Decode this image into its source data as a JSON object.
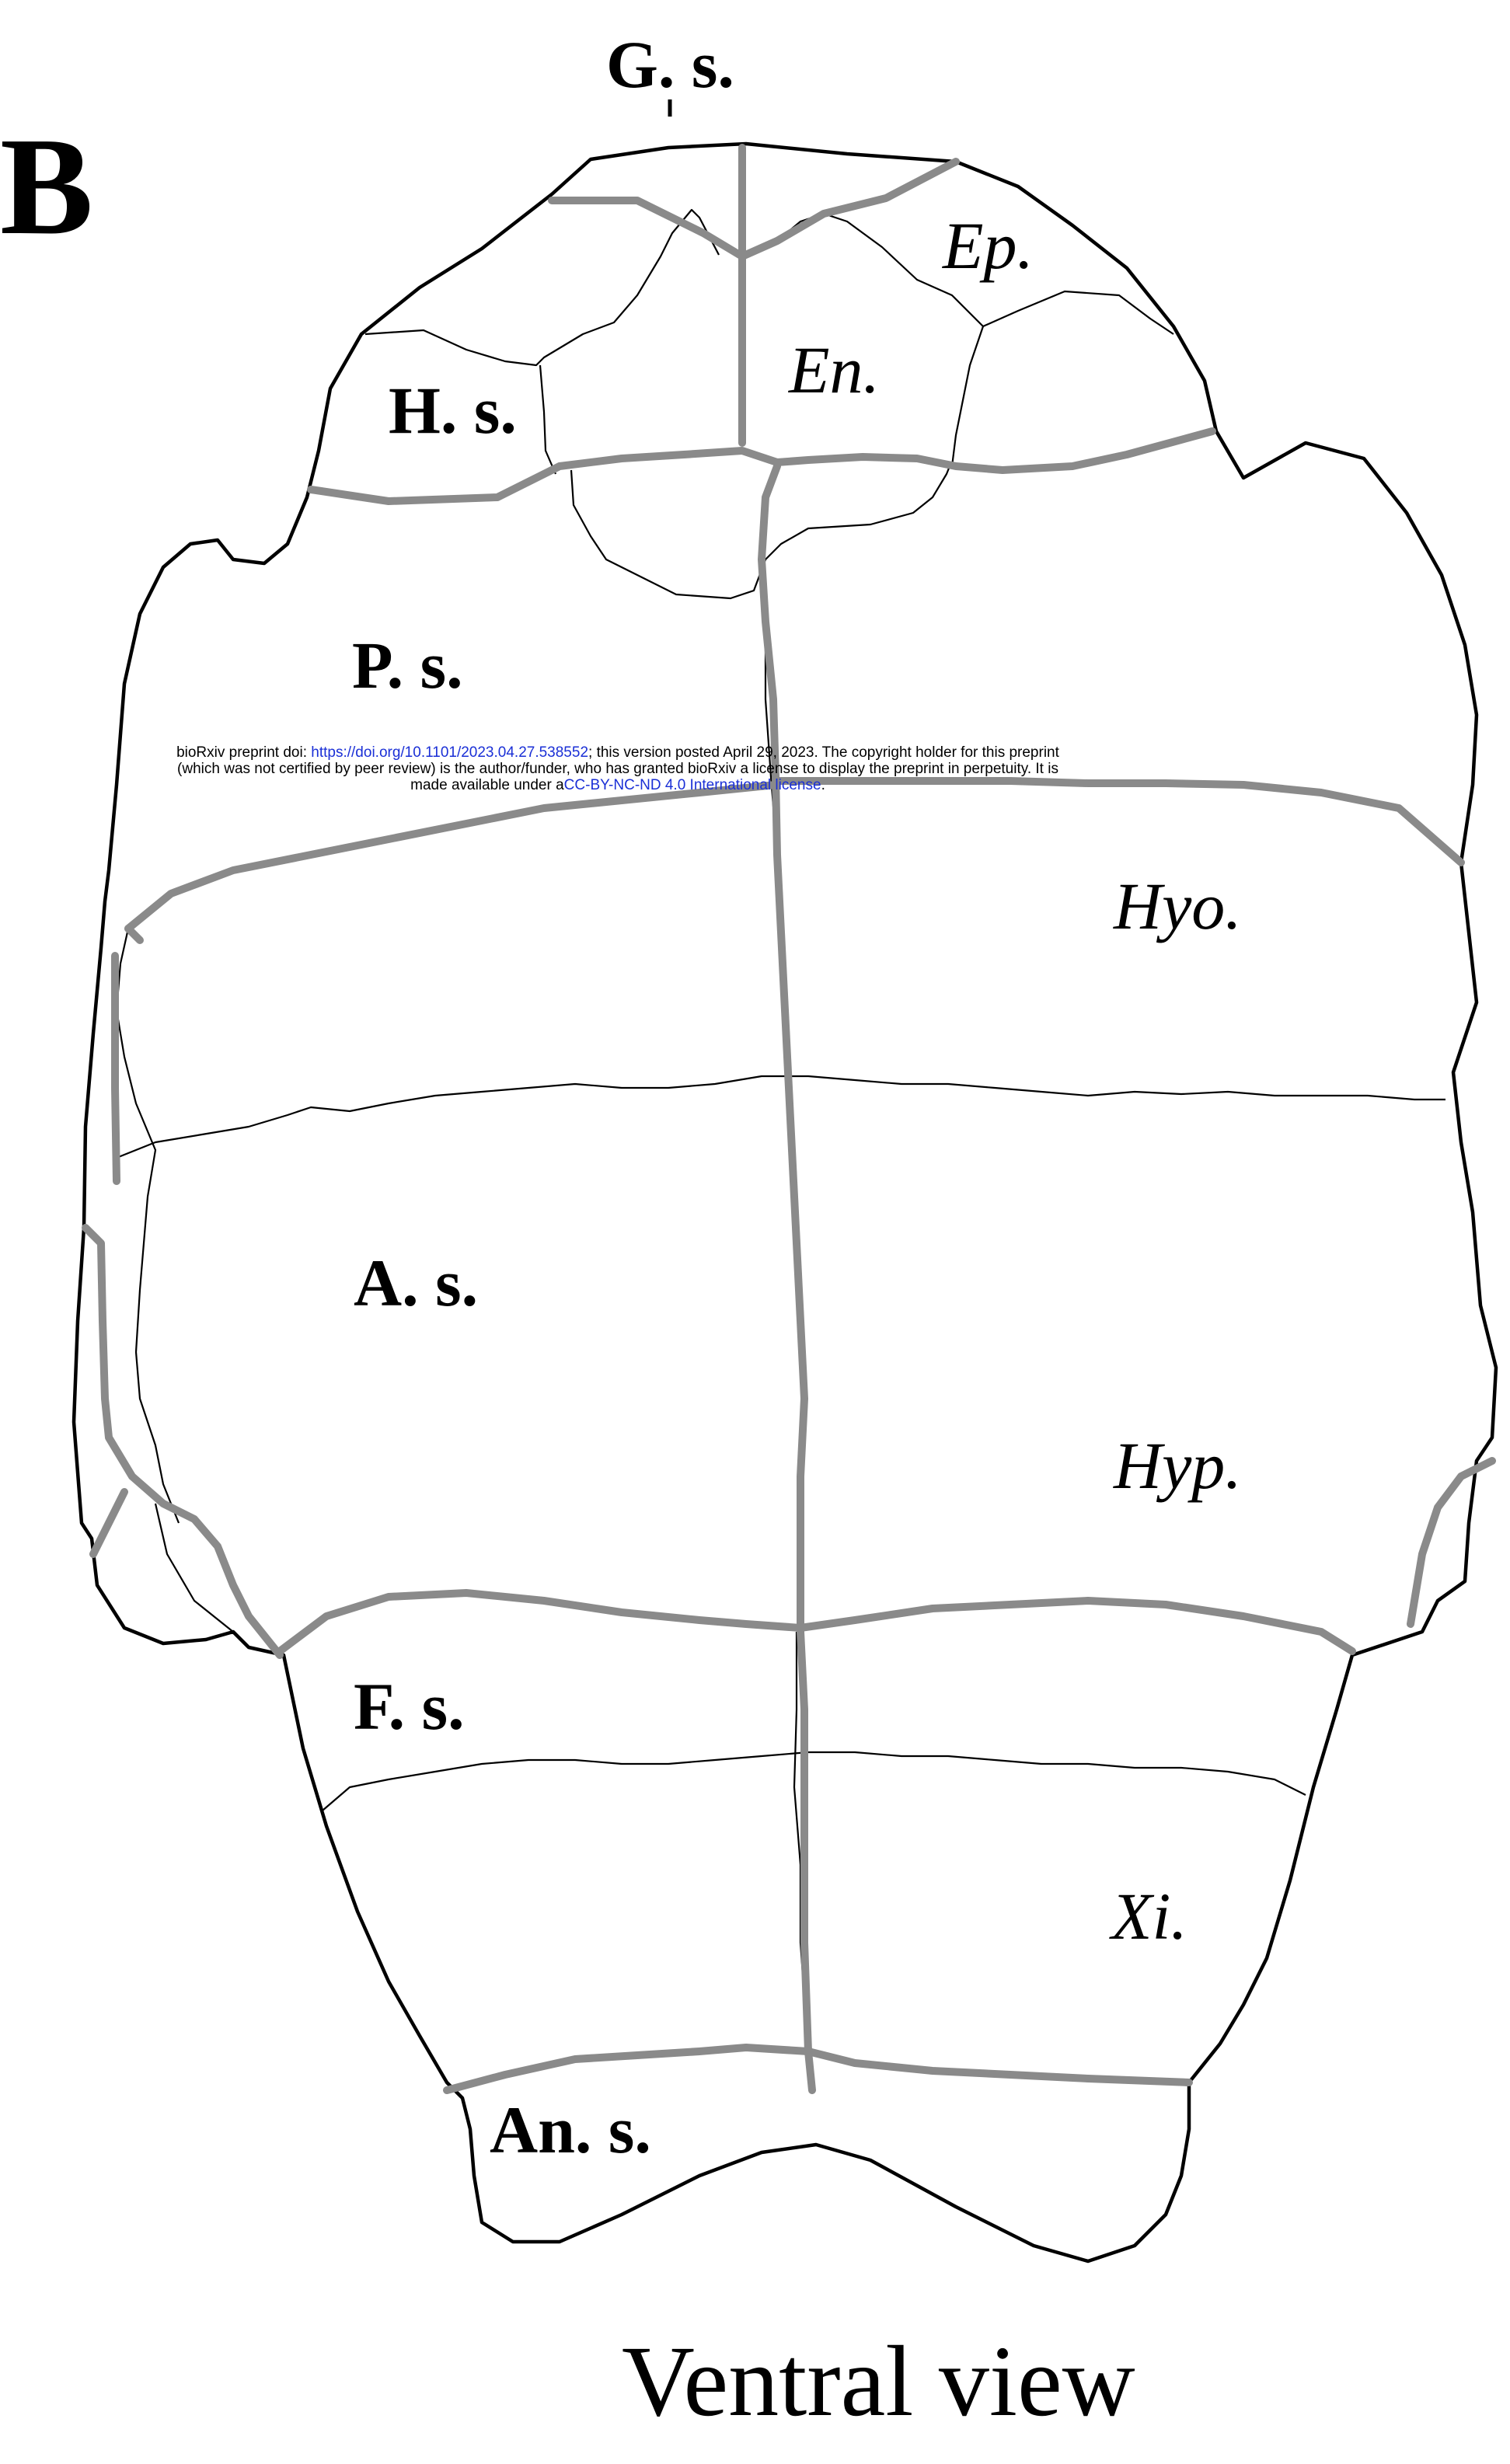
{
  "panel_letter": "B",
  "view_label": "Ventral view",
  "scute_labels": {
    "gular": "G. s.",
    "humeral": "H. s.",
    "pectoral": "P. s.",
    "abdominal": "A. s.",
    "femoral": "F. s.",
    "anal": "An. s."
  },
  "bone_labels": {
    "epiplastron": "Ep.",
    "entoplastron": "En.",
    "hyoplastron": "Hyo.",
    "hypoplastron": "Hyp.",
    "xiphiplastron": "Xi."
  },
  "preprint": {
    "prefix": "bioRxiv preprint doi: ",
    "doi_link": "https://doi.org/10.1101/2023.04.27.538552",
    "middle": "; this version posted April 29, 2023. The copyright holder for this preprint",
    "line2": "(which was not certified by peer review) is the author/funder, who has granted bioRxiv a license to display the preprint in perpetuity. It is",
    "line3_prefix": "made available under a",
    "license_link": "CC-BY-NC-ND 4.0 International license",
    "line3_suffix": "."
  },
  "colors": {
    "outline": "#000000",
    "sulcus": "#8a8a8a",
    "suture": "#000000",
    "link": "#1a2fd6"
  }
}
